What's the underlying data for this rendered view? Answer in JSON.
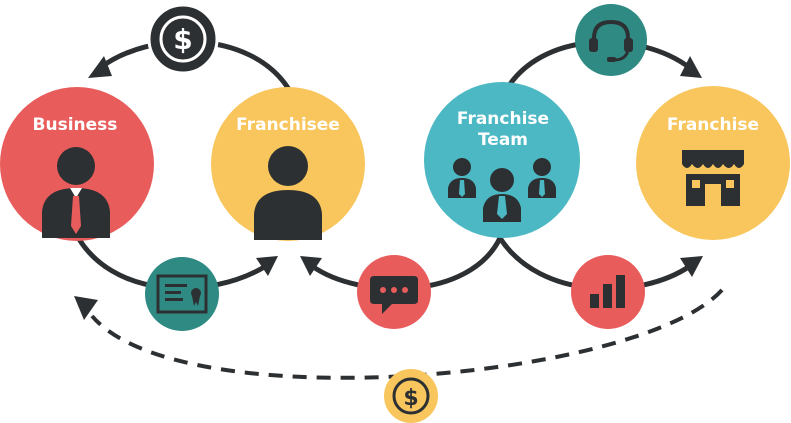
{
  "colors": {
    "red": "#e85c5c",
    "yellow": "#f8c65c",
    "teal": "#4cb8c4",
    "dark_teal": "#2e8a82",
    "dark": "#2d3033",
    "white": "#ffffff"
  },
  "nodes": {
    "business": {
      "label": "Business",
      "color": "#e85c5c",
      "icon": "businessman-icon"
    },
    "franchisee": {
      "label": "Franchisee",
      "color": "#f8c65c",
      "icon": "person-icon"
    },
    "franchise_team": {
      "label_line1": "Franchise",
      "label_line2": "Team",
      "color": "#4cb8c4",
      "icon": "team-icon"
    },
    "franchise": {
      "label": "Franchise",
      "color": "#f8c65c",
      "icon": "storefront-icon"
    }
  },
  "connectors": {
    "dollar_top": {
      "icon": "dollar-icon",
      "color": "#2d3033"
    },
    "support": {
      "icon": "headset-icon",
      "color": "#2e8a82"
    },
    "certificate": {
      "icon": "certificate-icon",
      "color": "#2e8a82"
    },
    "chat": {
      "icon": "chat-icon",
      "color": "#e85c5c"
    },
    "chart": {
      "icon": "bar-chart-icon",
      "color": "#e85c5c"
    },
    "dollar_bottom": {
      "icon": "dollar-icon",
      "color": "#f8c65c"
    }
  }
}
